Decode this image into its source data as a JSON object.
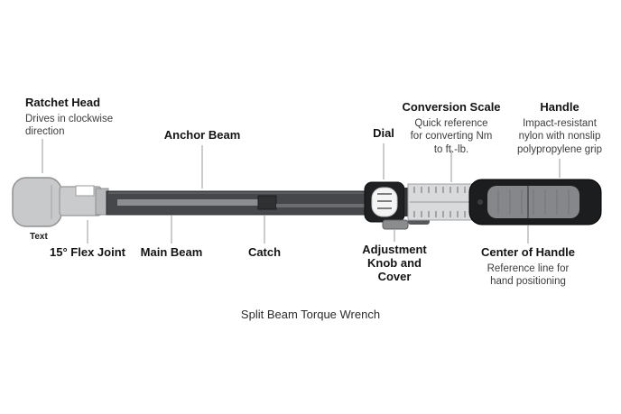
{
  "caption": "Split Beam Torque Wrench",
  "colors": {
    "leader_line": "#9a9a9a",
    "title_text": "#141414",
    "desc_text": "#3d3d3d",
    "head_gray": "#c7c9cb",
    "beam_dark": "#45474a",
    "handle_black": "#1b1d1f",
    "grip_gray": "#85878a"
  },
  "labels": {
    "ratchet_head": {
      "title": "Ratchet Head",
      "desc": "Drives in clockwise direction"
    },
    "text_note": {
      "title": "Text"
    },
    "flex_joint": {
      "title": "15° Flex Joint"
    },
    "anchor_beam": {
      "title": "Anchor Beam"
    },
    "main_beam": {
      "title": "Main Beam"
    },
    "catch": {
      "title": "Catch"
    },
    "dial": {
      "title": "Dial"
    },
    "adjustment_knob": {
      "title": "Adjustment Knob and Cover"
    },
    "conversion_scale": {
      "title": "Conversion Scale",
      "desc": "Quick reference for converting Nm to ft.-lb."
    },
    "handle": {
      "title": "Handle",
      "desc": "Impact-resistant nylon with nonslip polypropylene grip"
    },
    "center_of_handle": {
      "title": "Center of Handle",
      "desc": "Reference line for hand positioning"
    }
  }
}
